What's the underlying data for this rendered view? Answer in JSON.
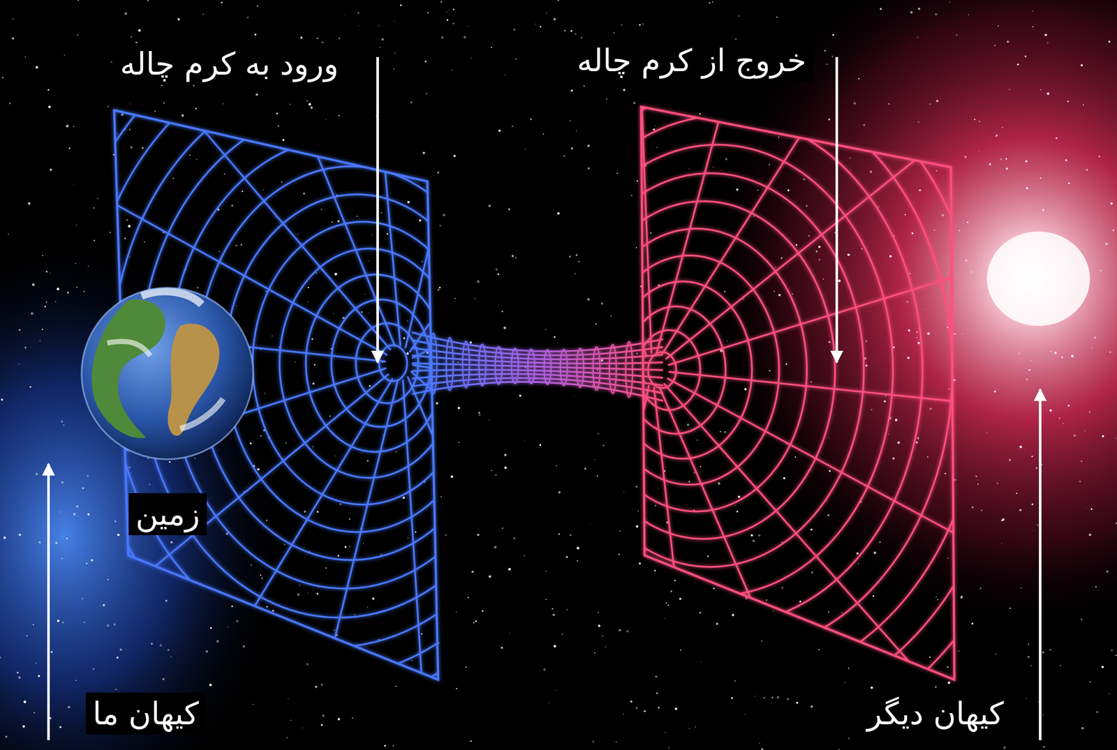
{
  "diagram": {
    "labels": [
      "ورود به کرم چاله",
      "خروج از کرم چاله",
      "زمین",
      "کیهان ما",
      "کیهان دیگر"
    ]
  }
}
